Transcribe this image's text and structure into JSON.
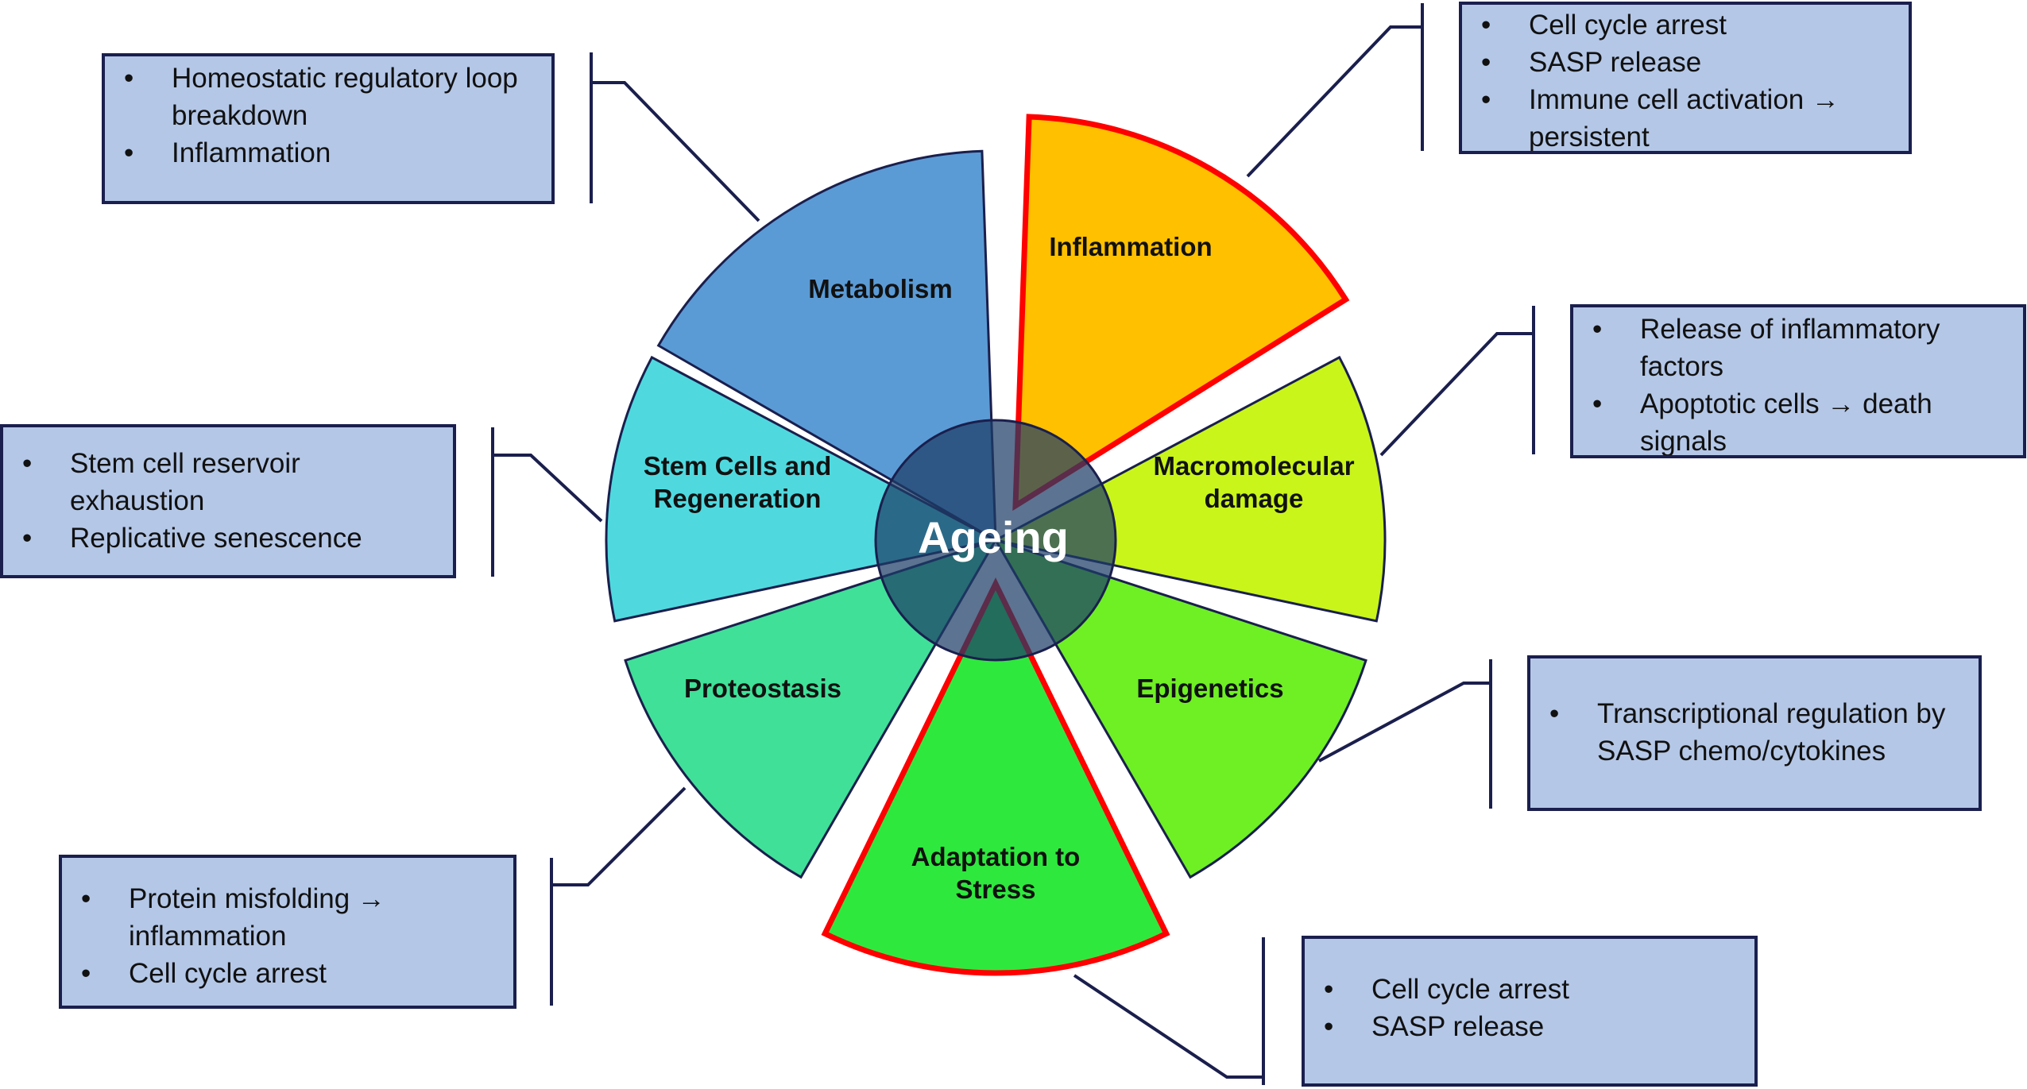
{
  "hub": {
    "label": "Ageing",
    "color": "#1d3d66"
  },
  "segments": [
    {
      "id": "metabolism",
      "lines": [
        "Metabolism"
      ],
      "color": "#5b9bd5",
      "highlighted": false
    },
    {
      "id": "inflammation",
      "lines": [
        "Inflammation"
      ],
      "color": "#ffc000",
      "highlighted": true
    },
    {
      "id": "macromolecular-damage",
      "lines": [
        "Macromolecular",
        "damage"
      ],
      "color": "#c9f51a",
      "highlighted": false
    },
    {
      "id": "epigenetics",
      "lines": [
        "Epigenetics"
      ],
      "color": "#6ef024",
      "highlighted": false
    },
    {
      "id": "adaptation-to-stress",
      "lines": [
        "Adaptation to",
        "Stress"
      ],
      "color": "#2fe83e",
      "highlighted": true
    },
    {
      "id": "proteostasis",
      "lines": [
        "Proteostasis"
      ],
      "color": "#40e098",
      "highlighted": false
    },
    {
      "id": "stem-cells-and-regeneration",
      "lines": [
        "Stem Cells and",
        "Regeneration"
      ],
      "color": "#4fd9df",
      "highlighted": false
    }
  ],
  "highlight_color": "#ff0000",
  "connector_color": "#1a1f4d",
  "bullet": "•",
  "boxes": {
    "metabolism": [
      "Homeostatic regulatory loop breakdown",
      "Inflammation"
    ],
    "inflammation": [
      "Cell cycle arrest",
      "SASP release",
      "Immune cell activation → persistent"
    ],
    "macromolecular": [
      "Release of inflammatory factors",
      "Apoptotic cells → death signals"
    ],
    "epigenetics": [
      "Transcriptional regulation by SASP chemo/cytokines"
    ],
    "adaptation": [
      "Cell cycle arrest",
      "SASP release"
    ],
    "proteostasis": [
      "Protein misfolding → inflammation",
      "Cell cycle arrest"
    ],
    "stem_cells": [
      "Stem cell reservoir exhaustion",
      "Replicative senescence"
    ]
  }
}
